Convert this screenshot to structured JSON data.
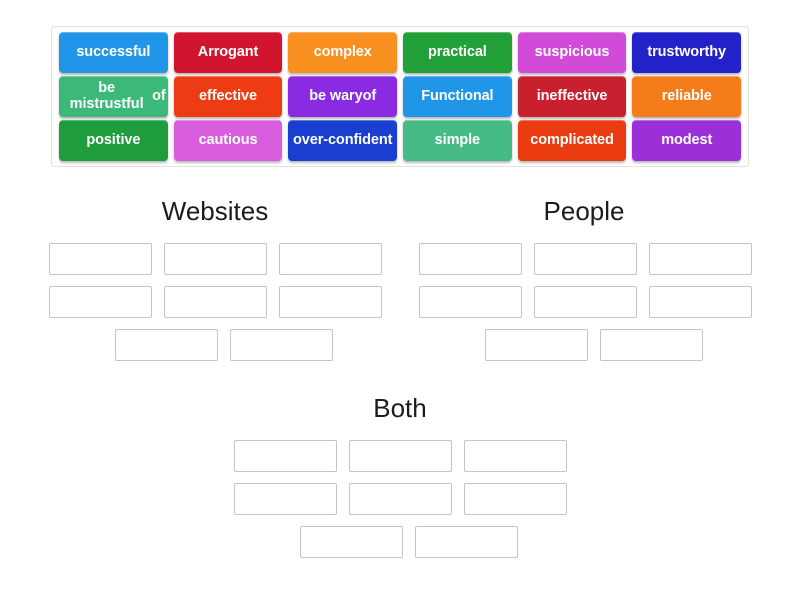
{
  "word_bank": {
    "rows": [
      [
        {
          "label": "successful",
          "color": "#2196e8"
        },
        {
          "label": "Arrogant",
          "color": "#d2152f"
        },
        {
          "label": "complex",
          "color": "#f7901e"
        },
        {
          "label": "practical",
          "color": "#21a038"
        },
        {
          "label": "suspicious",
          "color": "#d24ad8"
        },
        {
          "label": "trustworthy",
          "color": "#2222c8"
        }
      ],
      [
        {
          "label": "be mistrustful of",
          "bold_tail": "of",
          "color": "#3cb878"
        },
        {
          "label": "effective",
          "color": "#ed3b13"
        },
        {
          "label": "be wary of",
          "bold_tail": "of",
          "color": "#8a2be2"
        },
        {
          "label": "Functional",
          "color": "#2196e8"
        },
        {
          "label": "ineffective",
          "color": "#c9202f"
        },
        {
          "label": "reliable",
          "color": "#f57c1a"
        }
      ],
      [
        {
          "label": "positive",
          "color": "#1f9c3c"
        },
        {
          "label": "cautious",
          "color": "#d95ede"
        },
        {
          "label": "over-confident",
          "color": "#1a3fd0"
        },
        {
          "label": "simple",
          "color": "#46bb85"
        },
        {
          "label": "complicated",
          "color": "#ea3c10"
        },
        {
          "label": "modest",
          "color": "#9b30d9"
        }
      ]
    ]
  },
  "categories": [
    {
      "id": "websites",
      "title": "Websites",
      "slot_rows": [
        {
          "count": 3,
          "centered": false
        },
        {
          "count": 3,
          "centered": false
        },
        {
          "count": 2,
          "centered": true
        }
      ]
    },
    {
      "id": "people",
      "title": "People",
      "slot_rows": [
        {
          "count": 3,
          "centered": false
        },
        {
          "count": 3,
          "centered": false
        },
        {
          "count": 2,
          "centered": true
        }
      ]
    },
    {
      "id": "both",
      "title": "Both",
      "slot_rows": [
        {
          "count": 3,
          "centered": false
        },
        {
          "count": 3,
          "centered": false
        },
        {
          "count": 2,
          "centered": true
        }
      ]
    }
  ]
}
